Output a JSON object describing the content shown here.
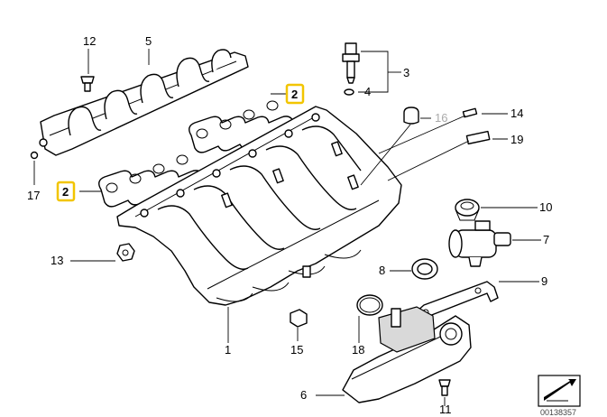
{
  "callouts": {
    "c1": "1",
    "c2a": "2",
    "c2b": "2",
    "c3": "3",
    "c4": "4",
    "c5": "5",
    "c6": "6",
    "c7": "7",
    "c8": "8",
    "c9": "9",
    "c10": "10",
    "c11": "11",
    "c12": "12",
    "c13": "13",
    "c14": "14",
    "c15": "15",
    "c16": "16",
    "c17": "17",
    "c18": "18",
    "c19": "19"
  },
  "reference_number": "00138357",
  "colors": {
    "highlight": "#f2c500",
    "line": "#000000",
    "faded_label": "#aaaaaa"
  },
  "icons": {
    "corner_symbol": "arrow-in-box-icon"
  }
}
